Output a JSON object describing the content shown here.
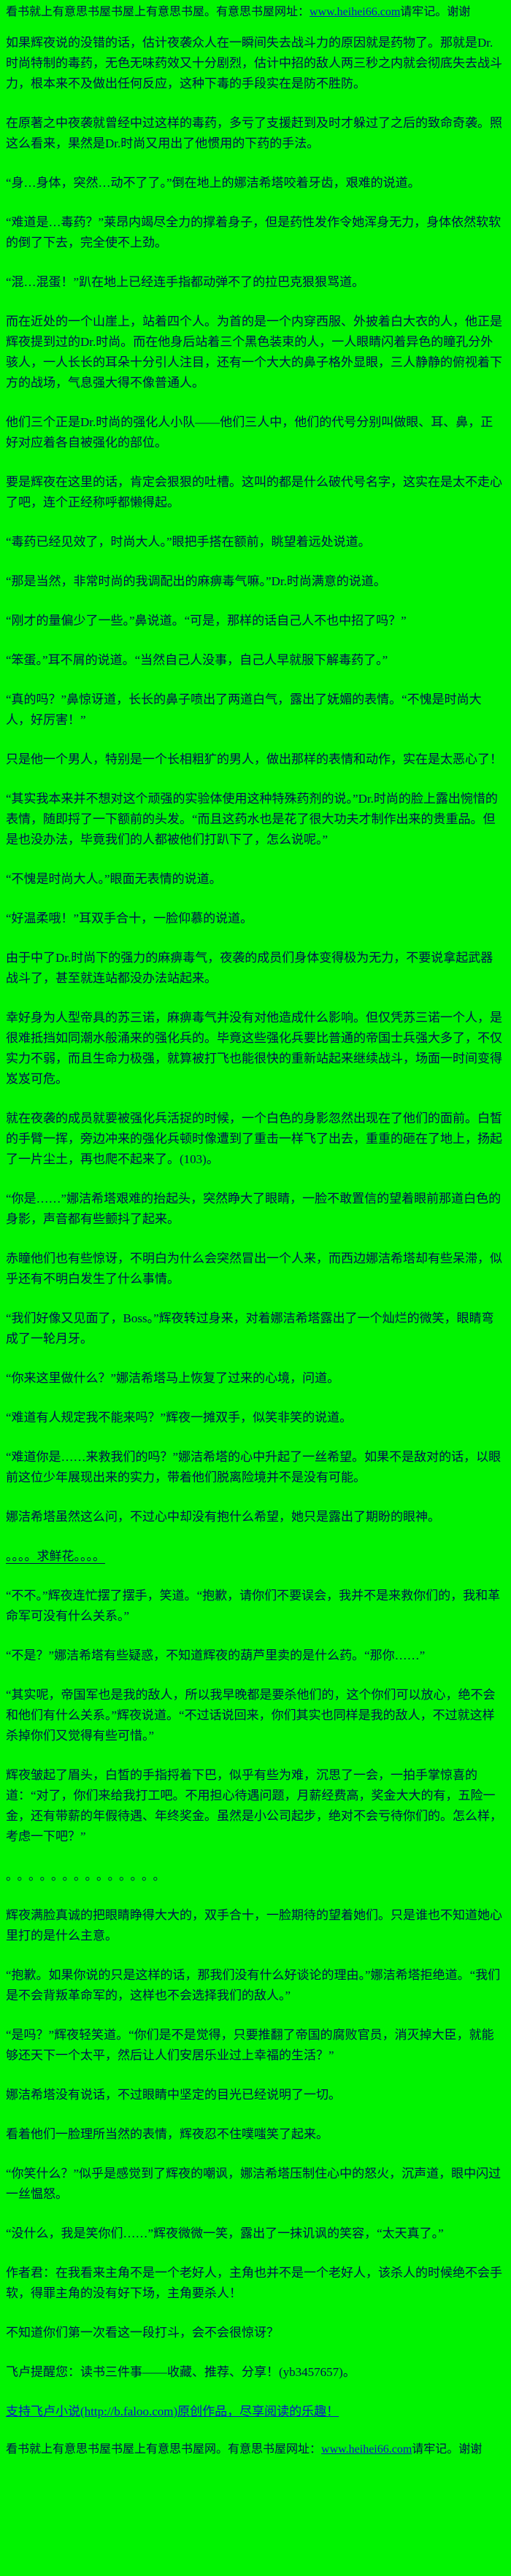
{
  "page": {
    "background": "#00f400",
    "text_color": "#001050",
    "link_color": "#0a14c8"
  },
  "site_notice": {
    "top": {
      "prefix": "看书就上有意思书屋书屋上有意思书屋。有意思书屋网址：",
      "url": "www.heihei66.com",
      "suffix": "请牢记。谢谢"
    },
    "bottom": {
      "prefix": "看书就上有意思书屋书屋上有意思书屋网。有意思书屋网址：",
      "url": "www.heihei66.com",
      "suffix": "请牢记。谢谢"
    }
  },
  "novel": {
    "paragraphs": [
      {
        "style": "normal",
        "text": "如果辉夜说的没错的话，估计夜袭众人在一瞬间失去战斗力的原因就是药物了。那就是Dr.时尚特制的毒药，无色无味药效又十分剧烈，估计中招的敌人两三秒之内就会彻底失去战斗力，根本来不及做出任何反应，这种下毒的手段实在是防不胜防。"
      },
      {
        "style": "normal",
        "text": "在原著之中夜袭就曾经中过这样的毒药，多亏了支援赶到及时才躲过了之后的致命奇袭。照这么看来，果然是Dr.时尚又用出了他惯用的下药的手法。"
      },
      {
        "style": "normal",
        "text": "“身…身体，突然…动不了了。”倒在地上的娜洁希塔咬着牙齿，艰难的说道。"
      },
      {
        "style": "normal",
        "text": "“难道是…毒药？”莱昂内竭尽全力的撑着身子，但是药性发作令她浑身无力，身体依然软软的倒了下去，完全使不上劲。"
      },
      {
        "style": "normal",
        "text": "“混…混蛋！”趴在地上已经连手指都动弹不了的拉巴克狠狠骂道。"
      },
      {
        "style": "normal",
        "text": "而在近处的一个山崖上，站着四个人。为首的是一个内穿西服、外披着白大衣的人，他正是辉夜提到过的Dr.时尚。而在他身后站着三个黑色装束的人，一人眼睛闪着异色的瞳孔分外骇人，一人长长的耳朵十分引人注目，还有一个大大的鼻子格外显眼，三人静静的俯视着下方的战场，气息强大得不像普通人。"
      },
      {
        "style": "normal",
        "text": "他们三个正是Dr.时尚的强化人小队——他们三人中，他们的代号分别叫做眼、耳、鼻，正好对应着各自被强化的部位。"
      },
      {
        "style": "normal",
        "text": "要是辉夜在这里的话，肯定会狠狠的吐槽。这叫的都是什么破代号名字，这实在是太不走心了吧，连个正经称呼都懒得起。"
      },
      {
        "style": "normal",
        "text": "“毒药已经见效了，时尚大人。”眼把手搭在额前，眺望着远处说道。"
      },
      {
        "style": "normal",
        "text": "“那是当然，非常时尚的我调配出的麻痹毒气嘛。”Dr.时尚满意的说道。"
      },
      {
        "style": "normal",
        "text": "“刚才的量偏少了一些。”鼻说道。“可是，那样的话自己人不也中招了吗？”"
      },
      {
        "style": "normal",
        "text": "“笨蛋。”耳不屑的说道。“当然自己人没事，自己人早就服下解毒药了。”"
      },
      {
        "style": "normal",
        "text": "“真的吗？”鼻惊讶道，长长的鼻子喷出了两道白气，露出了妩媚的表情。“不愧是时尚大人，好厉害！”"
      },
      {
        "style": "normal",
        "text": "只是他一个男人，特别是一个长相粗犷的男人，做出那样的表情和动作，实在是太恶心了！"
      },
      {
        "style": "normal",
        "text": "“其实我本来并不想对这个顽强的实验体使用这种特殊药剂的说。”Dr.时尚的脸上露出惋惜的表情，随即捋了一下额前的头发。“而且这药水也是花了很大功夫才制作出来的贵重品。但是也没办法，毕竟我们的人都被他们打趴下了，怎么说呢。”"
      },
      {
        "style": "normal",
        "text": "“不愧是时尚大人。”眼面无表情的说道。"
      },
      {
        "style": "normal",
        "text": "“好温柔哦！”耳双手合十，一脸仰慕的说道。"
      },
      {
        "style": "normal",
        "text": "由于中了Dr.时尚下的强力的麻痹毒气，夜袭的成员们身体变得极为无力，不要说拿起武器战斗了，甚至就连站都没办法站起来。"
      },
      {
        "style": "normal",
        "text": "幸好身为人型帝具的苏三诺，麻痹毒气并没有对他造成什么影响。但仅凭苏三诺一个人，是很难抵挡如同潮水般涌来的强化兵的。毕竟这些强化兵要比普通的帝国士兵强大多了，不仅实力不弱，而且生命力极强，就算被打飞也能很快的重新站起来继续战斗，场面一时间变得岌岌可危。"
      },
      {
        "style": "normal",
        "text": "就在夜袭的成员就要被强化兵活捉的时候，一个白色的身影忽然出现在了他们的面前。白皙的手臂一挥，旁边冲来的强化兵顿时像遭到了重击一样飞了出去，重重的砸在了地上，扬起了一片尘土，再也爬不起来了。(103)。"
      },
      {
        "style": "normal",
        "text": "“你是……”娜洁希塔艰难的抬起头，突然睁大了眼睛，一脸不敢置信的望着眼前那道白色的身影，声音都有些颤抖了起来。"
      },
      {
        "style": "normal",
        "text": "赤瞳他们也有些惊讶，不明白为什么会突然冒出一个人来，而西边娜洁希塔却有些呆滞，似乎还有不明白发生了什么事情。"
      },
      {
        "style": "normal",
        "text": "“我们好像又见面了，Boss。”辉夜转过身来，对着娜洁希塔露出了一个灿烂的微笑，眼睛弯成了一轮月牙。"
      },
      {
        "style": "normal",
        "text": "“你来这里做什么？”娜洁希塔马上恢复了过来的心境，问道。"
      },
      {
        "style": "normal",
        "text": "“难道有人规定我不能来吗？”辉夜一摊双手，似笑非笑的说道。"
      },
      {
        "style": "normal",
        "text": "“难道你是……来救我们的吗？”娜洁希塔的心中升起了一丝希望。如果不是敌对的话，以眼前这位少年展现出来的实力，带着他们脱离险境并不是没有可能。"
      },
      {
        "style": "normal",
        "text": "娜洁希塔虽然这么问，不过心中却没有抱什么希望，她只是露出了期盼的眼神。"
      },
      {
        "style": "flower",
        "text": "。。。。求鲜花。。。。"
      },
      {
        "style": "normal",
        "text": "“不不。”辉夜连忙摆了摆手，笑道。“抱歉，请你们不要误会，我并不是来救你们的，我和革命军可没有什么关系。”"
      },
      {
        "style": "normal",
        "text": "“不是？”娜洁希塔有些疑惑，不知道辉夜的葫芦里卖的是什么药。“那你……”"
      },
      {
        "style": "normal",
        "text": "“其实呢，帝国军也是我的敌人，所以我早晚都是要杀他们的，这个你们可以放心，绝不会和他们有什么关系。”辉夜说道。“不过话说回来，你们其实也同样是我的敌人，不过就这样杀掉你们又觉得有些可惜。”"
      },
      {
        "style": "normal",
        "text": "辉夜皱起了眉头，白皙的手指捋着下巴，似乎有些为难，沉思了一会，一拍手掌惊喜的道：“对了，你们来给我打工吧。不用担心待遇问题，月薪经费高，奖金大大的有，五险一金，还有带薪的年假待遇、年终奖金。虽然是小公司起步，绝对不会亏待你们的。怎么样，考虑一下吧？”"
      },
      {
        "style": "dots",
        "text": "。。。。。。。。。。。。。。"
      },
      {
        "style": "normal",
        "text": "辉夜满脸真诚的把眼睛睁得大大的，双手合十，一脸期待的望着她们。只是谁也不知道她心里打的是什么主意。"
      },
      {
        "style": "normal",
        "text": "“抱歉。如果你说的只是这样的话，那我们没有什么好谈论的理由。”娜洁希塔拒绝道。“我们是不会背叛革命军的，这样也不会选择我们的敌人。”"
      },
      {
        "style": "normal",
        "text": "“是吗？”辉夜轻笑道。“你们是不是觉得，只要推翻了帝国的腐败官员，消灭掉大臣，就能够还天下一个太平，然后让人们安居乐业过上幸福的生活？”"
      },
      {
        "style": "normal",
        "text": "娜洁希塔没有说话，不过眼睛中坚定的目光已经说明了一切。"
      },
      {
        "style": "normal",
        "text": "看着他们一脸理所当然的表情，辉夜忍不住噗嗤笑了起来。"
      },
      {
        "style": "normal",
        "text": "“你笑什么？”似乎是感觉到了辉夜的嘲讽，娜洁希塔压制住心中的怒火，沉声道，眼中闪过一丝愠怒。"
      },
      {
        "style": "normal",
        "text": "“没什么，我是笑你们……”辉夜微微一笑，露出了一抹讥讽的笑容，“太天真了。”"
      },
      {
        "style": "normal",
        "text": "作者君：在我看来主角不是一个老好人，主角也并不是一个老好人，该杀人的时候绝不会手软，得罪主角的没有好下场，主角要杀人！"
      },
      {
        "style": "normal",
        "text": "不知道你们第一次看这一段打斗，会不会很惊讶？"
      }
    ]
  },
  "footer": {
    "reminder": "飞卢提醒您：读书三件事——收藏、推荐、分享！(yb3457657)。",
    "faloo_link": "支持飞卢小说(http://b.faloo.com)原创作品，尽享阅读的乐趣！"
  }
}
